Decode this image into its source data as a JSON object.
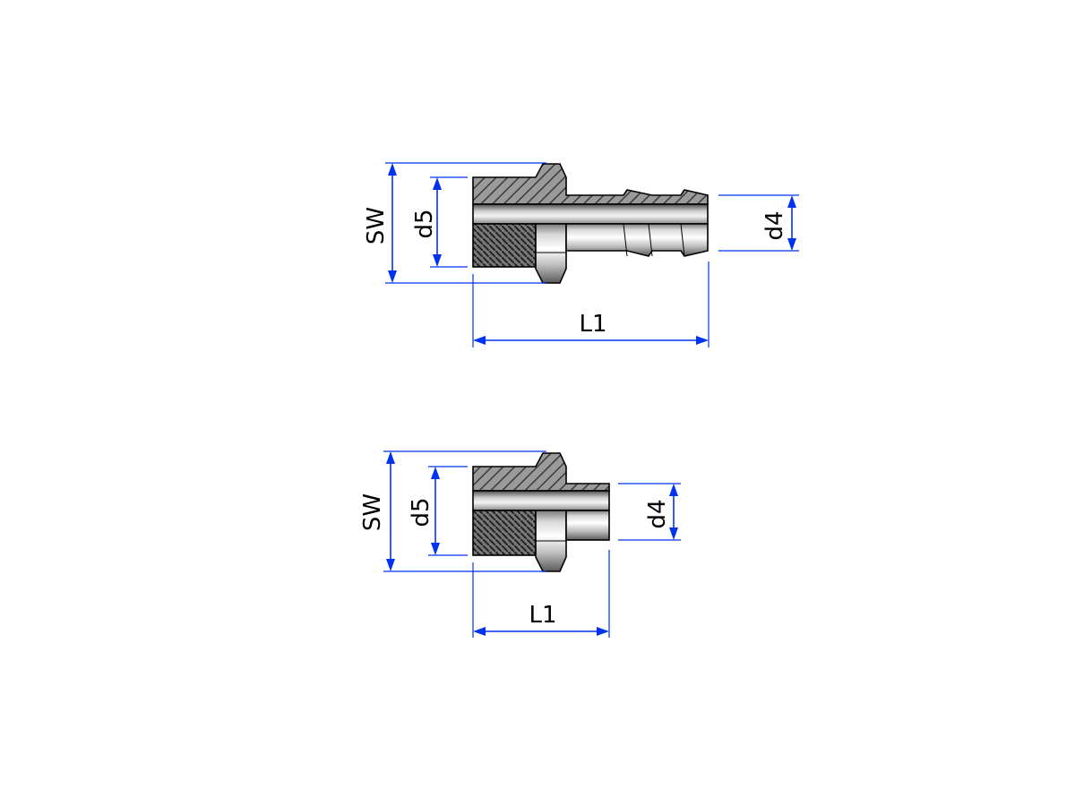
{
  "fittings": [
    {
      "variant": "hose-barb",
      "labels": {
        "sw": "SW",
        "d5": "d5",
        "d4": "d4",
        "l1": "L1"
      }
    },
    {
      "variant": "tube-stub",
      "labels": {
        "sw": "SW",
        "d5": "d5",
        "d4": "d4",
        "l1": "L1"
      }
    }
  ],
  "colors": {
    "dimension": "#0033ee",
    "outline": "#000000",
    "hatch": "#555555",
    "metal_light": "#f2f2f2",
    "metal_dark": "#6a6a6a"
  }
}
